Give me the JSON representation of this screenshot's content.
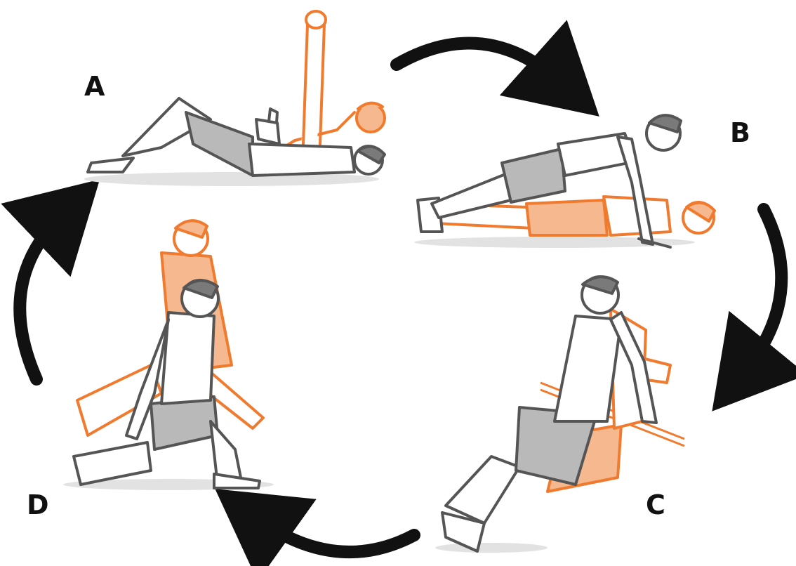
{
  "steps": [
    {
      "label": "A",
      "exercise": "crunch-reach"
    },
    {
      "label": "B",
      "exercise": "push-up"
    },
    {
      "label": "C",
      "exercise": "triceps-dip"
    },
    {
      "label": "D",
      "exercise": "lunge"
    }
  ],
  "colors": {
    "arrow": "#111111",
    "start_pose": "#f07a2e",
    "start_fill": "#f6b88e",
    "end_pose_outline": "#555555",
    "skin": "#ffffff",
    "shorts": "#b9b9b9",
    "hair": "#7a7a7a",
    "shadow": "#e2e2e2"
  },
  "flow": "clockwise"
}
